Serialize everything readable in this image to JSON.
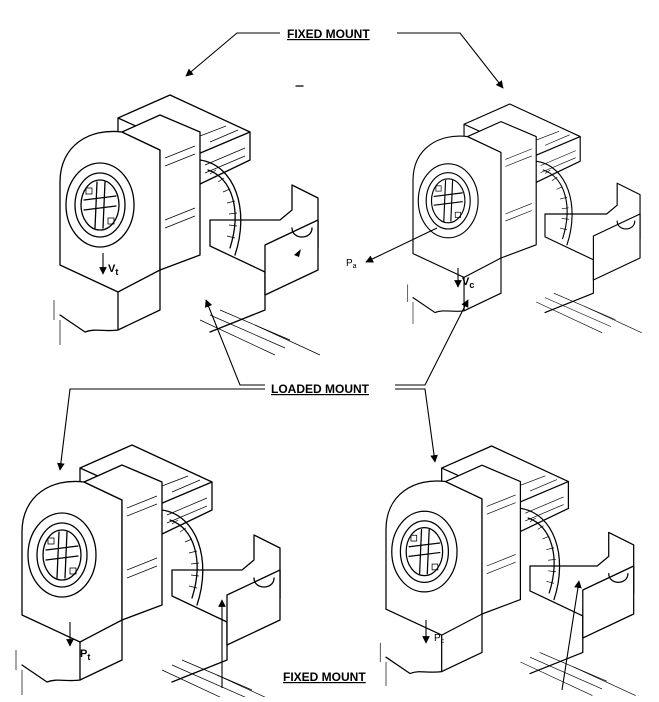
{
  "labels": {
    "fixed_mount_top": "FIXED MOUNT",
    "loaded_mount": "LOADED MOUNT",
    "fixed_mount_bottom": "FIXED MOUNT"
  },
  "symbols": {
    "vt": {
      "main": "V",
      "sub": "t"
    },
    "vc": {
      "main": "V",
      "sub": "c"
    },
    "pa": {
      "main": "P",
      "sub": "a"
    },
    "pt": {
      "main": "P",
      "sub": "t"
    },
    "pc": {
      "main": "P",
      "sub": "c"
    }
  }
}
